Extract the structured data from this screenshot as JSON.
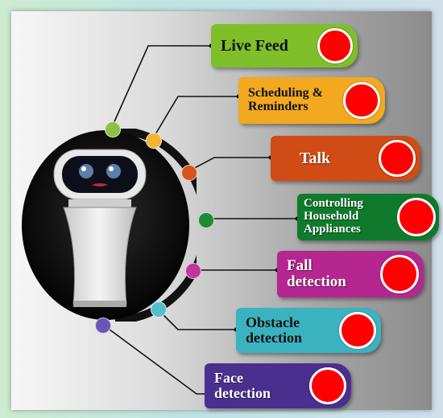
{
  "features": [
    {
      "label": "Live Feed",
      "color": "#7fbf2a",
      "text_color": "#111111"
    },
    {
      "label": "Scheduling & Reminders",
      "color": "#f2a91f",
      "text_color": "#111111"
    },
    {
      "label": "Talk",
      "color": "#d14b14",
      "text_color": "#ffffff"
    },
    {
      "label": "Controlling Household Appliances",
      "color": "#0f7a2c",
      "text_color": "#ffffff"
    },
    {
      "label": "Fall detection",
      "color": "#b5278f",
      "text_color": "#ffffff"
    },
    {
      "label": "Obstacle detection",
      "color": "#3bb3bf",
      "text_color": "#111111"
    },
    {
      "label": "Face detection",
      "color": "#4b2f8f",
      "text_color": "#ffffff"
    }
  ],
  "node_colors": [
    "#8fbf46",
    "#f2b532",
    "#d6531a",
    "#1d8a37",
    "#c0359b",
    "#54bfc8",
    "#6a55b8"
  ],
  "indicator_color": "#ff0000"
}
